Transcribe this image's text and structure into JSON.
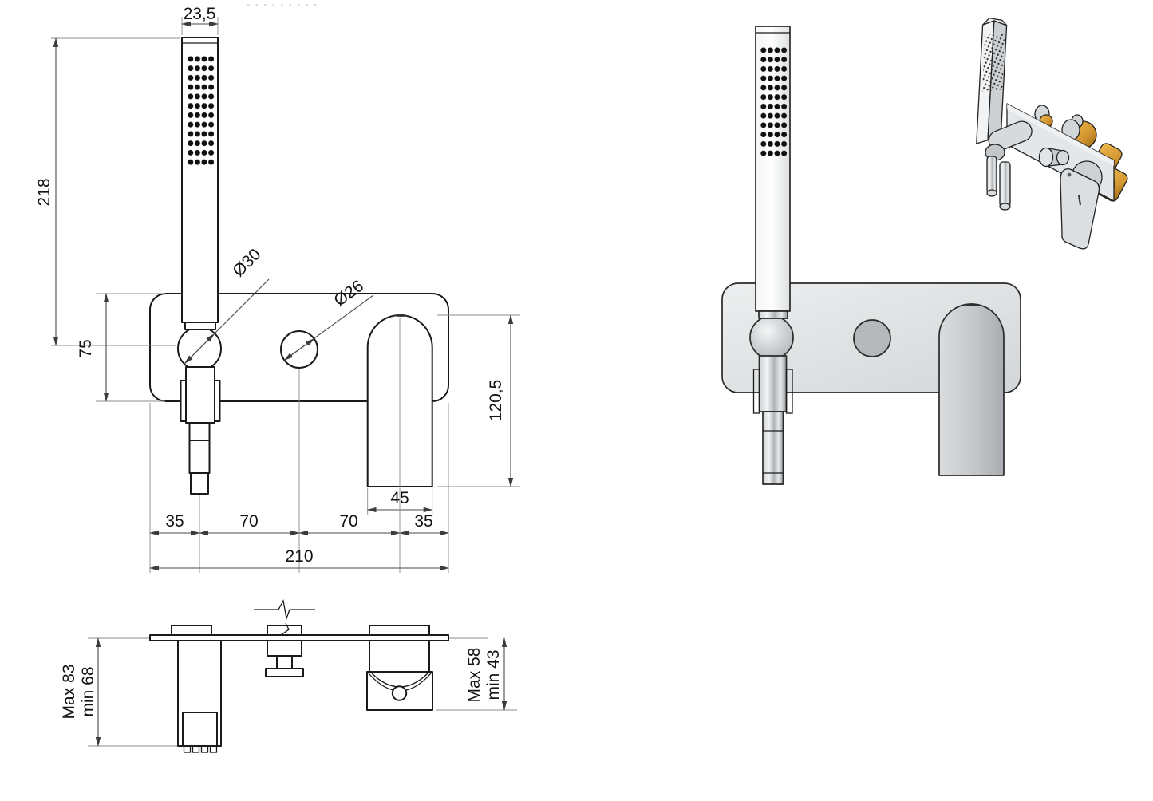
{
  "dims": {
    "head_width": "23,5",
    "shower_column_height": "218",
    "plate_height": "75",
    "holder_diameter": "Ø30",
    "diverter_diameter": "Ø26",
    "handle_height": "120,5",
    "handle_width": "45",
    "span_left_margin": "35",
    "span_left": "70",
    "span_right": "70",
    "span_right_margin": "35",
    "total_width": "210",
    "depth_shower_max": "Max 83",
    "depth_shower_min": "min 68",
    "depth_handle_max": "Max 58",
    "depth_handle_min": "min 43"
  },
  "colors": {
    "line": "#1a1a1a",
    "dimension_line": "#4a4a4a",
    "plate_gray": "#e2e5e7",
    "brass_accent": "#d1952f"
  }
}
